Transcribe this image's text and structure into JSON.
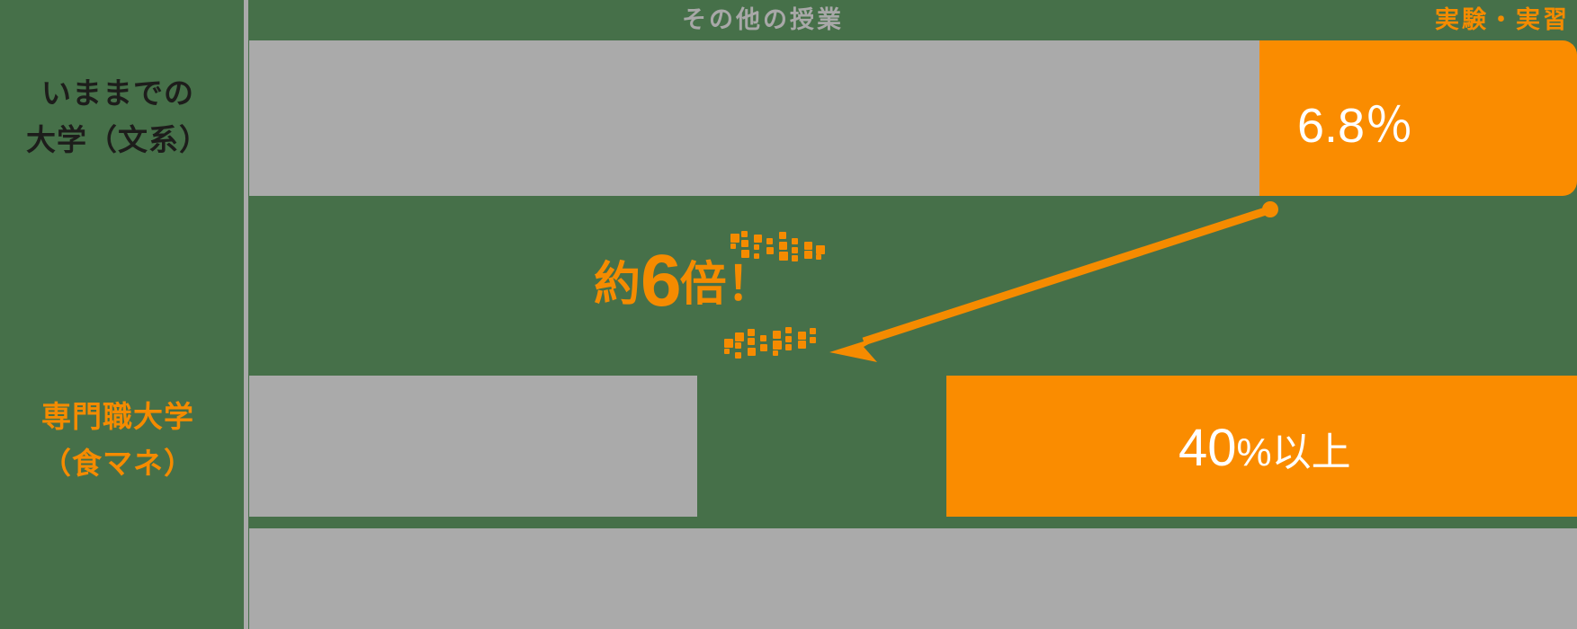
{
  "chart_data": {
    "type": "bar",
    "title": "",
    "orientation": "horizontal",
    "stacked": true,
    "categories": [
      "いままでの大学（文系）",
      "専門職大学（食マネ）"
    ],
    "series": [
      {
        "name": "その他の授業",
        "color": "#aaaaaa",
        "values": [
          93.2,
          60
        ]
      },
      {
        "name": "実験・実習",
        "color": "#fa8c00",
        "values": [
          6.8,
          40
        ]
      }
    ],
    "data_labels": [
      "6.8%",
      "40%以上"
    ],
    "annotation": "約6倍！",
    "xlim": [
      0,
      100
    ],
    "grid": false,
    "legend_position": "top"
  },
  "colors": {
    "background": "#467049",
    "grey": "#aaaaaa",
    "orange": "#fa8c00",
    "orange_text": "#f58b00",
    "label_dark": "#1d1d1b",
    "white": "#ffffff"
  },
  "header": {
    "other_classes": "その他の授業",
    "lab_practice": "実験・実習"
  },
  "categories": [
    {
      "line1": "いままでの",
      "line2": "大学（文系）"
    },
    {
      "line1": "専門職大学",
      "line2": "（食マネ）"
    }
  ],
  "values": {
    "bar1_label": "6.8％",
    "bar2_number": "40",
    "bar2_suffix": "%以上"
  },
  "callout": {
    "prefix": "約",
    "number": "6",
    "suffix": "倍！"
  }
}
